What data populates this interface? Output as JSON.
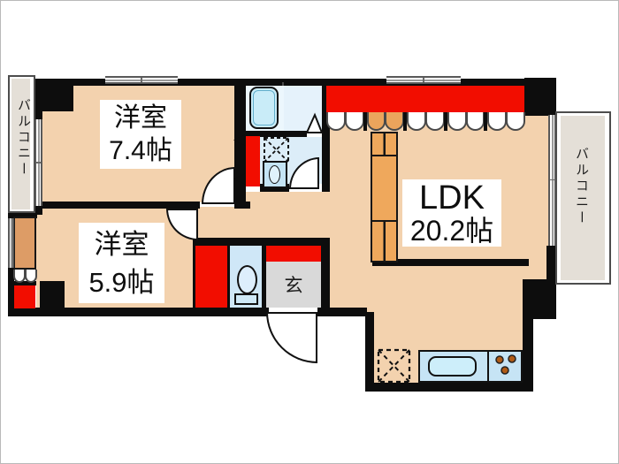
{
  "plan": {
    "rooms": {
      "bedroom1": {
        "name": "洋室",
        "size": "7.4帖"
      },
      "bedroom2": {
        "name": "洋室",
        "size": "5.9帖"
      },
      "ldk": {
        "name": "LDK",
        "size": "20.2帖"
      },
      "entrance": {
        "name": "玄"
      },
      "balcony_left": {
        "name": "バルコニー"
      },
      "balcony_right": {
        "name": "バルコニー"
      }
    },
    "fixtures": [
      "bathtub",
      "washing-machine-pan",
      "washbasin",
      "toilet",
      "kitchen-sink",
      "gas-stove",
      "refrigerator-space"
    ],
    "colors": {
      "floor": "#f3d2ae",
      "wall": "#0d0d0d",
      "closet_red": "#f20d00",
      "cabinet_orange": "#efa85c",
      "balcony_gray": "#e4dfd7",
      "entrance_gray": "#d9d9d9",
      "fixture_blue": "#cfe9f8"
    }
  }
}
